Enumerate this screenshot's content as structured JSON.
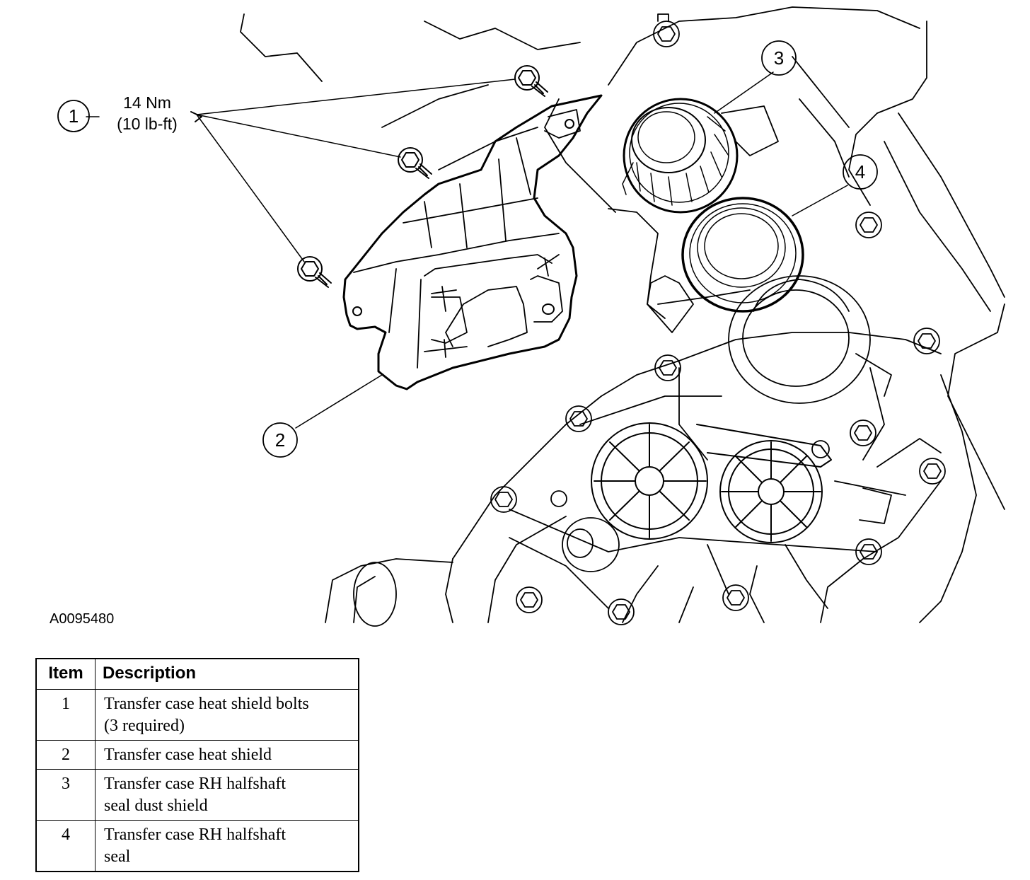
{
  "callouts": {
    "c1": "1",
    "c2": "2",
    "c3": "3",
    "c4": "4"
  },
  "torque_spec": {
    "line1": "14 Nm",
    "line2": "(10 lb-ft)"
  },
  "figure_id": "A0095480",
  "legend": {
    "headers": {
      "item": "Item",
      "description": "Description"
    },
    "rows": [
      {
        "item": "1",
        "description_line1": "Transfer case heat shield bolts",
        "description_line2": "(3 required)"
      },
      {
        "item": "2",
        "description_line1": "Transfer case heat shield",
        "description_line2": ""
      },
      {
        "item": "3",
        "description_line1": "Transfer case RH halfshaft",
        "description_line2": "seal dust shield"
      },
      {
        "item": "4",
        "description_line1": "Transfer case RH halfshaft",
        "description_line2": "seal"
      }
    ]
  }
}
